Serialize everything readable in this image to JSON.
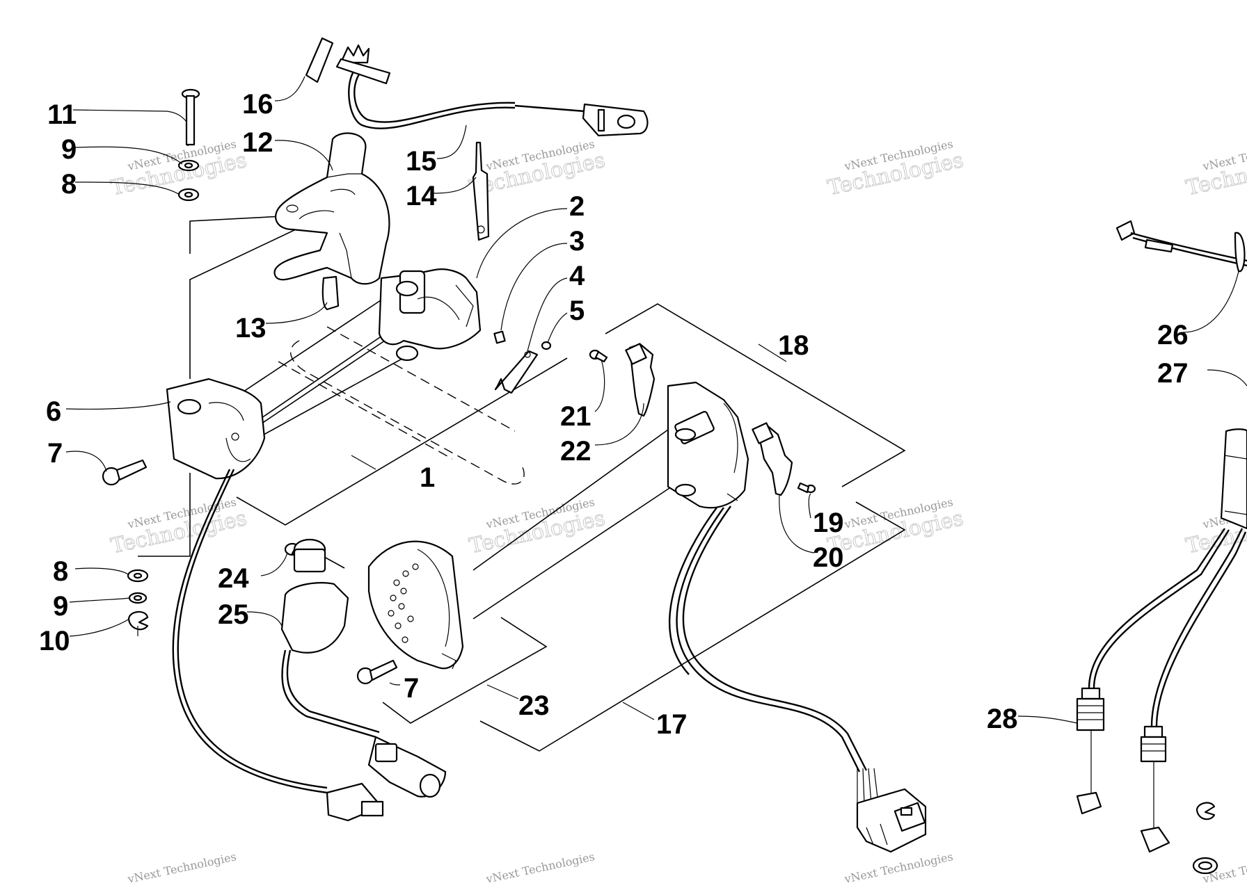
{
  "watermark": {
    "line1": "vNext Technologies",
    "line2": "Technologies"
  },
  "callouts": [
    {
      "id": "c11",
      "label": "11"
    },
    {
      "id": "c9a",
      "label": "9"
    },
    {
      "id": "c8a",
      "label": "8"
    },
    {
      "id": "c16",
      "label": "16"
    },
    {
      "id": "c12",
      "label": "12"
    },
    {
      "id": "c15",
      "label": "15"
    },
    {
      "id": "c14",
      "label": "14"
    },
    {
      "id": "c2",
      "label": "2"
    },
    {
      "id": "c3",
      "label": "3"
    },
    {
      "id": "c4",
      "label": "4"
    },
    {
      "id": "c5",
      "label": "5"
    },
    {
      "id": "c13",
      "label": "13"
    },
    {
      "id": "c18",
      "label": "18"
    },
    {
      "id": "c6",
      "label": "6"
    },
    {
      "id": "c7a",
      "label": "7"
    },
    {
      "id": "c21",
      "label": "21"
    },
    {
      "id": "c22",
      "label": "22"
    },
    {
      "id": "c1",
      "label": "1"
    },
    {
      "id": "c19",
      "label": "19"
    },
    {
      "id": "c20",
      "label": "20"
    },
    {
      "id": "c26",
      "label": "26"
    },
    {
      "id": "c27",
      "label": "27"
    },
    {
      "id": "c8b",
      "label": "8"
    },
    {
      "id": "c24",
      "label": "24"
    },
    {
      "id": "c9b",
      "label": "9"
    },
    {
      "id": "c25",
      "label": "25"
    },
    {
      "id": "c10",
      "label": "10"
    },
    {
      "id": "c7b",
      "label": "7"
    },
    {
      "id": "c23",
      "label": "23"
    },
    {
      "id": "c17",
      "label": "17"
    },
    {
      "id": "c28",
      "label": "28"
    }
  ]
}
